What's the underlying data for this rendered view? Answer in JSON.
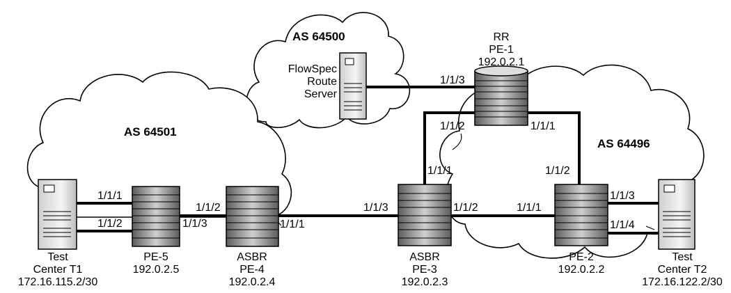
{
  "as_labels": {
    "as64500": "AS 64500",
    "as64501": "AS 64501",
    "as64496": "AS 64496"
  },
  "nodes": {
    "rr": {
      "role": "RR",
      "name": "PE-1",
      "ip": "192.0.2.1"
    },
    "pe2": {
      "name": "PE-2",
      "ip": "192.0.2.2"
    },
    "pe3": {
      "role": "ASBR",
      "name": "PE-3",
      "ip": "192.0.2.3"
    },
    "pe4": {
      "role": "ASBR",
      "name": "PE-4",
      "ip": "192.0.2.4"
    },
    "pe5": {
      "name": "PE-5",
      "ip": "192.0.2.5"
    },
    "flowspec": {
      "line1": "FlowSpec",
      "line2": "Route",
      "line3": "Server"
    },
    "t1": {
      "line1": "Test",
      "line2": "Center T1",
      "ip": "172.16.115.2/30"
    },
    "t2": {
      "line1": "Test",
      "line2": "Center T2",
      "ip": "172.16.122.2/30"
    }
  },
  "ports": {
    "pe1_to_server": "1/1/3",
    "pe1_to_pe3": "1/1/2",
    "pe1_to_pe2": "1/1/1",
    "pe3_to_pe1": "1/1/1",
    "pe3_to_pe4": "1/1/3",
    "pe3_to_pe2": "1/1/2",
    "pe2_to_pe3": "1/1/1",
    "pe2_to_pe1": "1/1/2",
    "pe2_to_t2_a": "1/1/3",
    "pe2_to_t2_b": "1/1/4",
    "pe5_to_t1_a": "1/1/1",
    "pe5_to_t1_b": "1/1/2",
    "pe5_to_pe4_a": "1/1/2",
    "pe5_to_pe4_b": "1/1/3",
    "pe4_to_pe3": "1/1/1"
  },
  "colors": {
    "line": "#000000",
    "background": "#ffffff",
    "router_dark": "#6e6e6e",
    "router_light": "#d4d4d4",
    "server_fill": "#e9e9e9"
  }
}
